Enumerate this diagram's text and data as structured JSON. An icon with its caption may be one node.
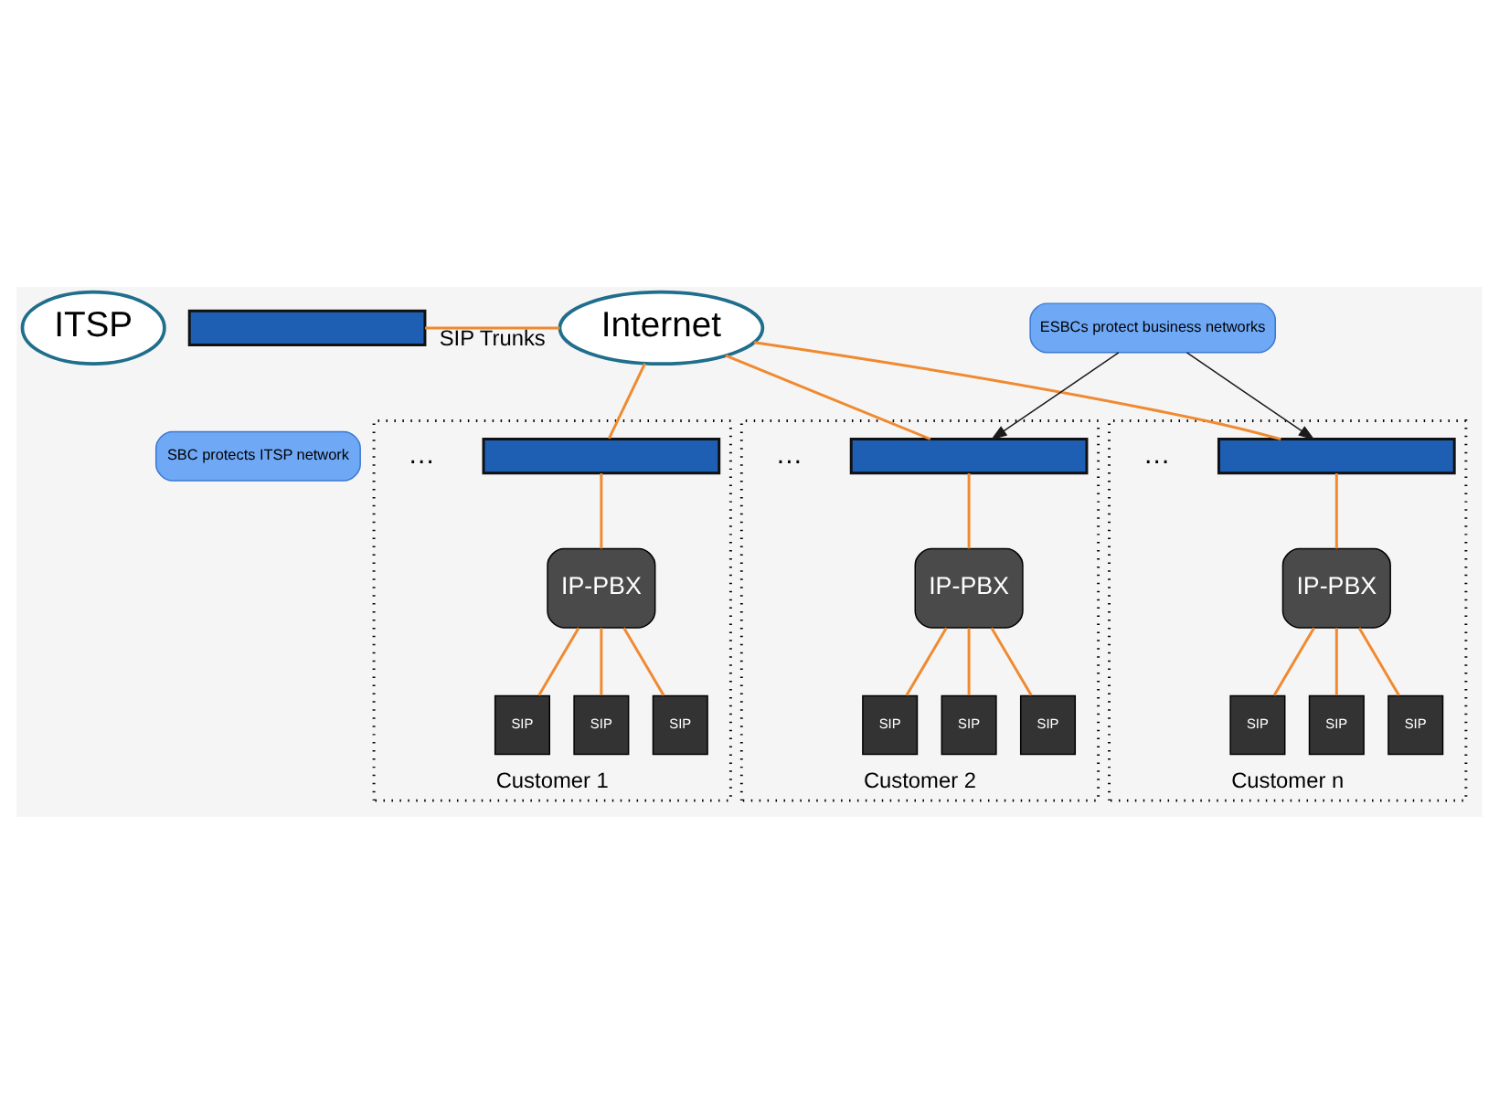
{
  "diagram": {
    "nodes": [
      {
        "text": [
          "ITSP"
        ]
      },
      {
        "text": [],
        "shape": "box"
      },
      {
        "text": [
          "SBC protects ITSP network"
        ]
      },
      {
        "text": [
          "Internet"
        ]
      },
      {
        "text": [
          "Customer 1"
        ]
      },
      {
        "text": [],
        "shape": "box",
        "in": 4
      },
      {
        "text": [
          "IP-PBX"
        ],
        "in": 4
      },
      {
        "text": [
          "SIP"
        ],
        "in": 4
      },
      {
        "text": [
          "SIP"
        ],
        "in": 4
      },
      {
        "text": [
          "SIP"
        ],
        "in": 4
      },
      {
        "text": [
          "Customer 2"
        ]
      },
      {
        "text": [],
        "shape": "box",
        "in": 10
      },
      {
        "text": [
          "IP-PBX"
        ],
        "in": 10
      },
      {
        "text": [
          "SIP"
        ],
        "in": 10
      },
      {
        "text": [
          "SIP"
        ],
        "in": 10
      },
      {
        "text": [
          "SIP"
        ],
        "in": 10
      },
      {
        "text": [
          "ESBCs protect business networks"
        ]
      },
      {
        "text": [
          "Customer n"
        ]
      },
      {
        "text": [],
        "shape": "box",
        "in": 17
      },
      {
        "text": [
          "IP-PBX"
        ],
        "in": 17
      },
      {
        "text": [
          "SIP"
        ],
        "in": 17
      },
      {
        "text": [
          "SIP"
        ],
        "in": 17
      },
      {
        "text": [
          "SIP"
        ],
        "in": 17
      }
    ],
    "edges": [
      {
        "from": 1,
        "to": 3,
        "arrow": "none",
        "label": "SIP Trunks"
      },
      {
        "from": 3,
        "to": 5,
        "arrow": "none"
      },
      {
        "from": 3,
        "to": 11,
        "arrow": "none"
      },
      {
        "from": 3,
        "to": 18,
        "arrow": "none"
      },
      {
        "from": 5,
        "to": 6,
        "arrow": "none"
      },
      {
        "from": 6,
        "to": 7,
        "arrow": "none"
      },
      {
        "from": 6,
        "to": 8,
        "arrow": "none"
      },
      {
        "from": 6,
        "to": 9,
        "arrow": "none"
      },
      {
        "from": 11,
        "to": 12,
        "arrow": "none"
      },
      {
        "from": 12,
        "to": 13,
        "arrow": "none"
      },
      {
        "from": 12,
        "to": 14,
        "arrow": "none"
      },
      {
        "from": 12,
        "to": 15,
        "arrow": "none"
      },
      {
        "from": 16,
        "to": 11,
        "arrow": "to",
        "color": "#1a1a1a"
      },
      {
        "from": 16,
        "to": 18,
        "arrow": "to",
        "color": "#1a1a1a"
      },
      {
        "from": 18,
        "to": 19,
        "arrow": "none"
      },
      {
        "from": 19,
        "to": 20,
        "arrow": "none"
      },
      {
        "from": 19,
        "to": 21,
        "arrow": "none"
      },
      {
        "from": 19,
        "to": 22,
        "arrow": "none"
      }
    ],
    "labels": [
      "…",
      "…",
      "…"
    ]
  }
}
